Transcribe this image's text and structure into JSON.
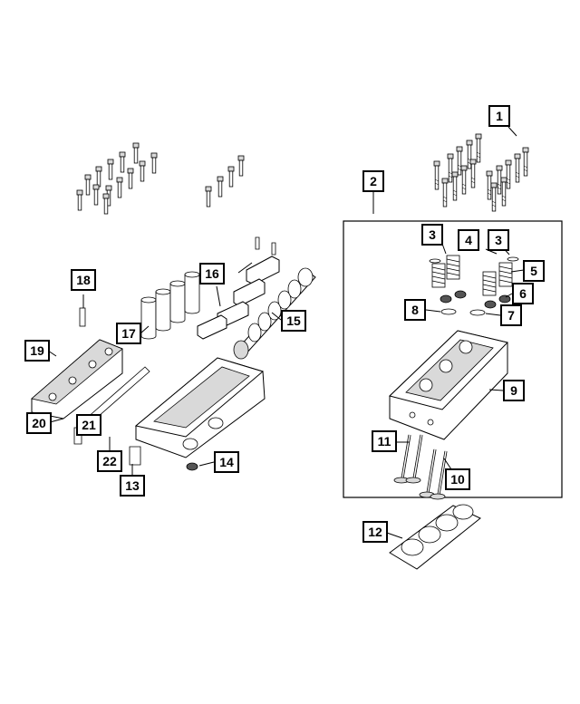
{
  "callouts": [
    {
      "id": "1",
      "label": "1"
    },
    {
      "id": "2",
      "label": "2"
    },
    {
      "id": "3a",
      "label": "3"
    },
    {
      "id": "3b",
      "label": "3"
    },
    {
      "id": "4",
      "label": "4"
    },
    {
      "id": "5",
      "label": "5"
    },
    {
      "id": "6",
      "label": "6"
    },
    {
      "id": "7",
      "label": "7"
    },
    {
      "id": "8",
      "label": "8"
    },
    {
      "id": "9",
      "label": "9"
    },
    {
      "id": "10",
      "label": "10"
    },
    {
      "id": "11",
      "label": "11"
    },
    {
      "id": "12",
      "label": "12"
    },
    {
      "id": "13",
      "label": "13"
    },
    {
      "id": "14",
      "label": "14"
    },
    {
      "id": "15",
      "label": "15"
    },
    {
      "id": "16",
      "label": "16"
    },
    {
      "id": "17",
      "label": "17"
    },
    {
      "id": "18",
      "label": "18"
    },
    {
      "id": "19",
      "label": "19"
    },
    {
      "id": "20",
      "label": "20"
    },
    {
      "id": "21",
      "label": "21"
    },
    {
      "id": "22",
      "label": "22"
    }
  ]
}
